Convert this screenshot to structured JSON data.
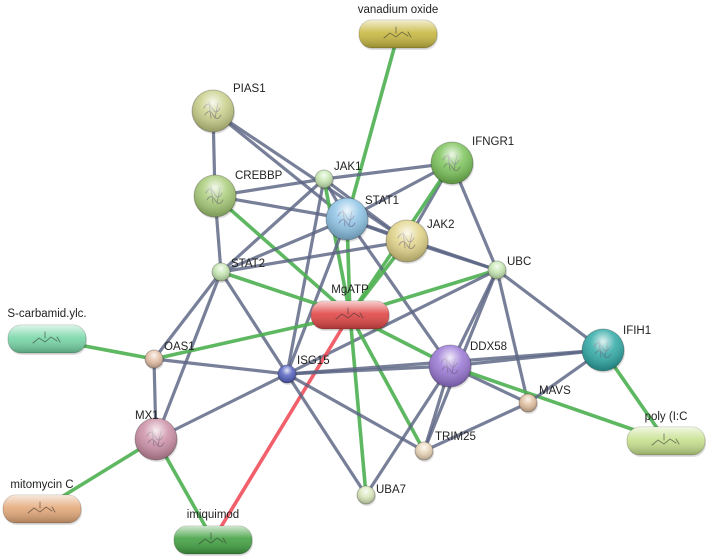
{
  "colors": {
    "edge_default": "#5a6482",
    "edge_chemical": "#4caf50",
    "edge_inhibition": "#ef4f5b"
  },
  "nodes": [
    {
      "id": "vanadium",
      "label": "vanadium oxide",
      "kind": "chemical",
      "color": "#c8b840"
    },
    {
      "id": "PIAS1",
      "label": "PIAS1",
      "kind": "protein",
      "color": "#c9d08a"
    },
    {
      "id": "IFNGR1",
      "label": "IFNGR1",
      "kind": "protein",
      "color": "#7cc45a"
    },
    {
      "id": "JAK1",
      "label": "JAK1",
      "kind": "small",
      "color": "#c6e7b2"
    },
    {
      "id": "CREBBP",
      "label": "CREBBP",
      "kind": "protein",
      "color": "#a8cc78"
    },
    {
      "id": "STAT1",
      "label": "STAT1",
      "kind": "protein",
      "color": "#8ec4e6"
    },
    {
      "id": "JAK2",
      "label": "JAK2",
      "kind": "protein",
      "color": "#e2d488"
    },
    {
      "id": "STAT2",
      "label": "STAT2",
      "kind": "small",
      "color": "#c6e7b2"
    },
    {
      "id": "UBC",
      "label": "UBC",
      "kind": "small",
      "color": "#c6e7b2"
    },
    {
      "id": "MgATP",
      "label": "MgATP",
      "kind": "chemical",
      "color": "#e04444"
    },
    {
      "id": "Scarb",
      "label": "S-carbamid.ylc.",
      "kind": "chemical",
      "color": "#76d6a6"
    },
    {
      "id": "IFIH1",
      "label": "IFIH1",
      "kind": "protein",
      "color": "#30aaa6"
    },
    {
      "id": "OAS1",
      "label": "OAS1",
      "kind": "small",
      "color": "#e4bfa6"
    },
    {
      "id": "ISG15",
      "label": "ISG15",
      "kind": "small",
      "color": "#5562c0"
    },
    {
      "id": "DDX58",
      "label": "DDX58",
      "kind": "protein",
      "color": "#9a78d6"
    },
    {
      "id": "MAVS",
      "label": "MAVS",
      "kind": "small",
      "color": "#e2c0a0"
    },
    {
      "id": "MX1",
      "label": "MX1",
      "kind": "protein",
      "color": "#cc90a6"
    },
    {
      "id": "poly",
      "label": "poly (I:C",
      "kind": "chemical",
      "color": "#c6e08c"
    },
    {
      "id": "TRIM25",
      "label": "TRIM25",
      "kind": "small",
      "color": "#ead6b8"
    },
    {
      "id": "UBA7",
      "label": "UBA7",
      "kind": "small",
      "color": "#dae8bc"
    },
    {
      "id": "mitomycin",
      "label": "mitomycin C",
      "kind": "chemical",
      "color": "#e4a878"
    },
    {
      "id": "imiquimod",
      "label": "imiquimod",
      "kind": "chemical",
      "color": "#40a040"
    }
  ],
  "edges": [
    {
      "a": "vanadium",
      "b": "STAT1",
      "type": "chemical"
    },
    {
      "a": "PIAS1",
      "b": "CREBBP",
      "type": "default"
    },
    {
      "a": "PIAS1",
      "b": "STAT1",
      "type": "default"
    },
    {
      "a": "PIAS1",
      "b": "JAK2",
      "type": "default"
    },
    {
      "a": "JAK1",
      "b": "IFNGR1",
      "type": "default"
    },
    {
      "a": "JAK1",
      "b": "STAT1",
      "type": "default"
    },
    {
      "a": "JAK1",
      "b": "JAK2",
      "type": "default"
    },
    {
      "a": "JAK1",
      "b": "STAT2",
      "type": "default"
    },
    {
      "a": "JAK1",
      "b": "ISG15",
      "type": "default"
    },
    {
      "a": "JAK1",
      "b": "MgATP",
      "type": "chemical"
    },
    {
      "a": "JAK1",
      "b": "CREBBP",
      "type": "default"
    },
    {
      "a": "IFNGR1",
      "b": "STAT1",
      "type": "default"
    },
    {
      "a": "IFNGR1",
      "b": "JAK2",
      "type": "default"
    },
    {
      "a": "IFNGR1",
      "b": "UBC",
      "type": "default"
    },
    {
      "a": "IFNGR1",
      "b": "MgATP",
      "type": "chemical"
    },
    {
      "a": "CREBBP",
      "b": "STAT1",
      "type": "default"
    },
    {
      "a": "CREBBP",
      "b": "STAT2",
      "type": "default"
    },
    {
      "a": "CREBBP",
      "b": "MgATP",
      "type": "chemical"
    },
    {
      "a": "STAT1",
      "b": "JAK2",
      "type": "default"
    },
    {
      "a": "STAT1",
      "b": "STAT2",
      "type": "default"
    },
    {
      "a": "STAT1",
      "b": "UBC",
      "type": "default"
    },
    {
      "a": "STAT1",
      "b": "MgATP",
      "type": "chemical"
    },
    {
      "a": "STAT1",
      "b": "DDX58",
      "type": "default"
    },
    {
      "a": "STAT1",
      "b": "ISG15",
      "type": "default"
    },
    {
      "a": "JAK2",
      "b": "MgATP",
      "type": "chemical"
    },
    {
      "a": "JAK2",
      "b": "UBC",
      "type": "default"
    },
    {
      "a": "JAK2",
      "b": "STAT2",
      "type": "default"
    },
    {
      "a": "STAT2",
      "b": "OAS1",
      "type": "default"
    },
    {
      "a": "STAT2",
      "b": "MX1",
      "type": "default"
    },
    {
      "a": "STAT2",
      "b": "ISG15",
      "type": "default"
    },
    {
      "a": "STAT2",
      "b": "MgATP",
      "type": "chemical"
    },
    {
      "a": "UBC",
      "b": "MgATP",
      "type": "chemical"
    },
    {
      "a": "UBC",
      "b": "DDX58",
      "type": "default"
    },
    {
      "a": "UBC",
      "b": "IFIH1",
      "type": "default"
    },
    {
      "a": "UBC",
      "b": "MAVS",
      "type": "default"
    },
    {
      "a": "UBC",
      "b": "TRIM25",
      "type": "default"
    },
    {
      "a": "UBC",
      "b": "ISG15",
      "type": "default"
    },
    {
      "a": "MgATP",
      "b": "OAS1",
      "type": "chemical"
    },
    {
      "a": "MgATP",
      "b": "DDX58",
      "type": "chemical"
    },
    {
      "a": "MgATP",
      "b": "UBA7",
      "type": "chemical"
    },
    {
      "a": "MgATP",
      "b": "TRIM25",
      "type": "chemical"
    },
    {
      "a": "MgATP",
      "b": "imiquimod",
      "type": "inhibition"
    },
    {
      "a": "Scarb",
      "b": "OAS1",
      "type": "chemical"
    },
    {
      "a": "OAS1",
      "b": "ISG15",
      "type": "default"
    },
    {
      "a": "OAS1",
      "b": "MX1",
      "type": "default"
    },
    {
      "a": "ISG15",
      "b": "DDX58",
      "type": "default"
    },
    {
      "a": "ISG15",
      "b": "IFIH1",
      "type": "default"
    },
    {
      "a": "ISG15",
      "b": "MX1",
      "type": "default"
    },
    {
      "a": "ISG15",
      "b": "TRIM25",
      "type": "default"
    },
    {
      "a": "ISG15",
      "b": "UBA7",
      "type": "default"
    },
    {
      "a": "DDX58",
      "b": "IFIH1",
      "type": "default"
    },
    {
      "a": "DDX58",
      "b": "MAVS",
      "type": "default"
    },
    {
      "a": "DDX58",
      "b": "TRIM25",
      "type": "default"
    },
    {
      "a": "DDX58",
      "b": "UBA7",
      "type": "default"
    },
    {
      "a": "DDX58",
      "b": "poly",
      "type": "chemical"
    },
    {
      "a": "IFIH1",
      "b": "MAVS",
      "type": "default"
    },
    {
      "a": "IFIH1",
      "b": "poly",
      "type": "chemical"
    },
    {
      "a": "MAVS",
      "b": "TRIM25",
      "type": "default"
    },
    {
      "a": "MX1",
      "b": "mitomycin",
      "type": "chemical"
    },
    {
      "a": "MX1",
      "b": "imiquimod",
      "type": "chemical"
    }
  ]
}
